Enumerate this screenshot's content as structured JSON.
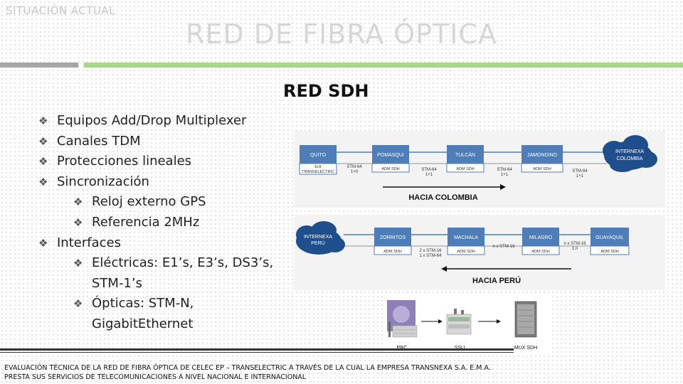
{
  "header": {
    "section_label": "SITUACIÓN ACTUAL",
    "title": "RED DE FIBRA ÓPTICA"
  },
  "subtitle": "RED SDH",
  "bullets": [
    {
      "level": 1,
      "text": "Equipos Add/Drop Multiplexer"
    },
    {
      "level": 1,
      "text": "Canales TDM"
    },
    {
      "level": 1,
      "text": "Protecciones lineales"
    },
    {
      "level": 1,
      "text": "Sincronización"
    },
    {
      "level": 2,
      "text": "Reloj externo GPS"
    },
    {
      "level": 2,
      "text": "Referencia 2MHz"
    },
    {
      "level": 1,
      "text": "Interfaces"
    },
    {
      "level": 2,
      "text": "Eléctricas: E1’s, E3’s, DS3’s,",
      "cont": "STM-1’s"
    },
    {
      "level": 2,
      "text": "Ópticas: STM-N,",
      "cont": "GigabitEthernet"
    }
  ],
  "diagram_top": {
    "nodes": [
      {
        "name": "QUITO",
        "sub": "Ecit",
        "sub2": "TRANSELECTRIC"
      },
      {
        "name": "POMASQUI",
        "sub": "ADM SDH"
      },
      {
        "name": "TULCÁN",
        "sub": "ADM SDH"
      },
      {
        "name": "JAMONDINO",
        "sub": "ADM SDH"
      }
    ],
    "links": [
      {
        "l1": "STM-64",
        "l2": "1+0"
      },
      {
        "l1": "STM-64",
        "l2": "1+1"
      },
      {
        "l1": "STM-64",
        "l2": "1+1"
      },
      {
        "l1": "STM-64",
        "l2": "1+1"
      }
    ],
    "cloud": [
      "INTERNEXA",
      "COLOMBIA"
    ],
    "direction": "HACIA COLOMBIA"
  },
  "diagram_bottom": {
    "cloud": [
      "INTERNEXA",
      "PERÚ"
    ],
    "nodes": [
      {
        "name": "ZORRITOS",
        "sub": "ADM SDH"
      },
      {
        "name": "MACHALA",
        "sub": "ADM SDH"
      },
      {
        "name": "MILAGRO",
        "sub": "ADM SDH"
      },
      {
        "name": "GUAYAQUIL",
        "sub": "ADM SDH"
      }
    ],
    "links": [
      {
        "l1": "2 x STM-16",
        "l2": "1 x STM-64"
      },
      {
        "l1": "n x STM-16",
        "l2": ""
      },
      {
        "l1": "n x STM-16",
        "l2": "1:n"
      }
    ],
    "direction": "HACIA PERÚ"
  },
  "sync_chain": {
    "devices": [
      "PRC",
      "SSU",
      "MUX SDH"
    ]
  },
  "footer": {
    "line1": "EVALUACIÓN TÉCNICA DE LA RED DE FIBRA ÓPTICA DE CELEC EP – TRANSELECTRIC A TRAVÉS DE LA CUAL LA EMPRESA TRANSNEXA S.A. E.M.A.",
    "line2": "PRESTA SUS SERVICIOS DE TELECOMUNICACIONES  A NIVEL NACIONAL E INTERNACIONAL"
  }
}
